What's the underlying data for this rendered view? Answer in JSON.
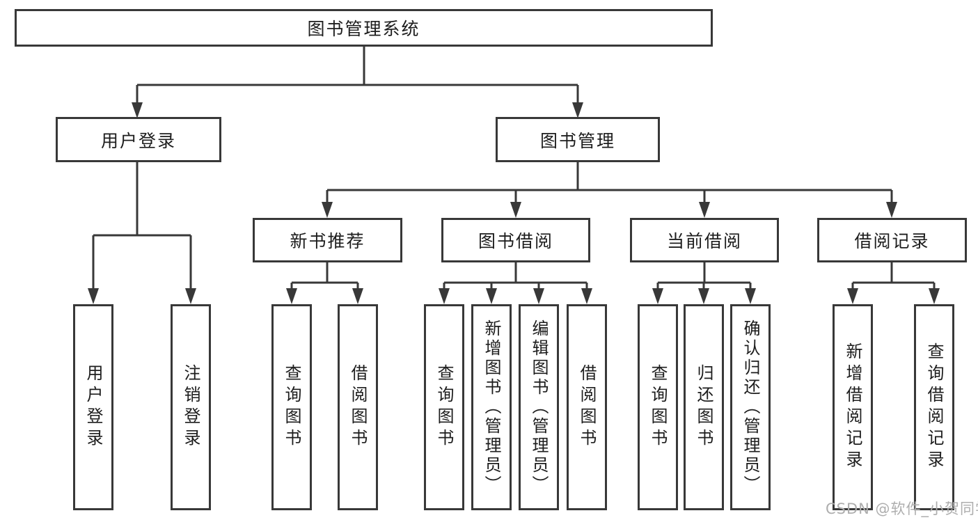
{
  "tree": {
    "root": {
      "label": "图书管理系统"
    },
    "children": [
      {
        "label": "用户登录",
        "children": [
          {
            "label": "用户登录"
          },
          {
            "label": "注销登录"
          }
        ]
      },
      {
        "label": "图书管理",
        "children": [
          {
            "label": "新书推荐",
            "children": [
              {
                "label": "查询图书"
              },
              {
                "label": "借阅图书"
              }
            ]
          },
          {
            "label": "图书借阅",
            "children": [
              {
                "label": "查询图书"
              },
              {
                "label": "新增图书（管理员）"
              },
              {
                "label": "编辑图书（管理员）"
              },
              {
                "label": "借阅图书"
              }
            ]
          },
          {
            "label": "当前借阅",
            "children": [
              {
                "label": "查询图书"
              },
              {
                "label": "归还图书"
              },
              {
                "label": "确认归还（管理员）"
              }
            ]
          },
          {
            "label": "借阅记录",
            "children": [
              {
                "label": "新增借阅记录"
              },
              {
                "label": "查询借阅记录"
              }
            ]
          }
        ]
      }
    ]
  },
  "watermark": {
    "text": "CSDN @软件_小贺同学"
  },
  "colors": {
    "line": "#383838",
    "text": "#1d1d1d",
    "watermark": "#aeaeae",
    "background": "#ffffff"
  }
}
